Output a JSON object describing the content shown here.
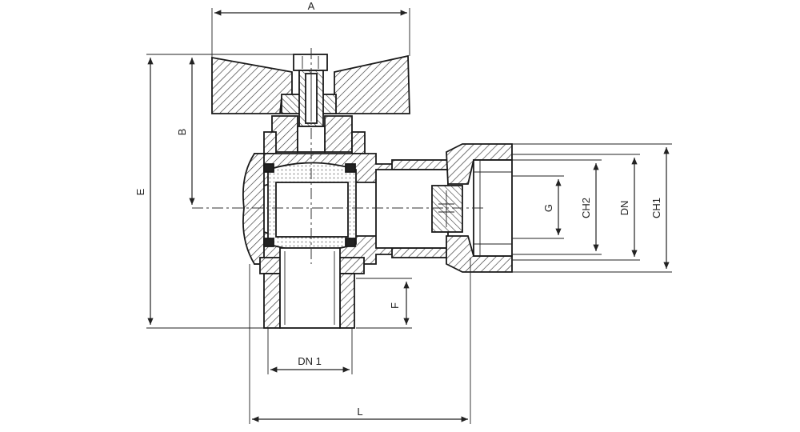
{
  "labels": {
    "A": "A",
    "B": "B",
    "E": "E",
    "F": "F",
    "DN1": "DN 1",
    "L": "L",
    "G": "G",
    "CH2": "CH2",
    "DN": "DN",
    "CH1": "CH1"
  },
  "colors": {
    "stroke": "#1a1a1a",
    "hatch": "#333333",
    "background": "#ffffff"
  }
}
